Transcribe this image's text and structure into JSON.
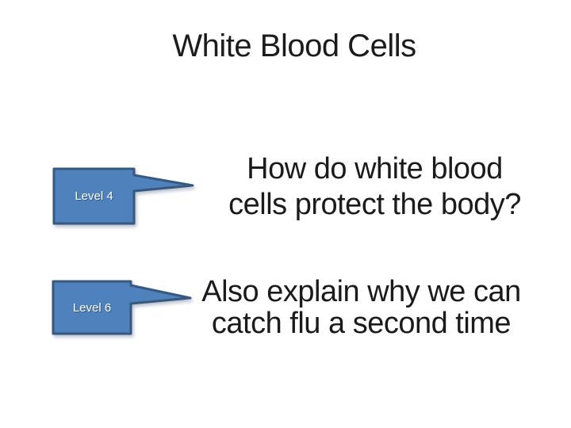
{
  "slide": {
    "title": "White Blood Cells",
    "callouts": [
      {
        "label": "Level 4",
        "question_line1": "How do white blood",
        "question_line2": "cells protect the body?"
      },
      {
        "label": "Level 6",
        "question_line1": "Also explain why we can",
        "question_line2": "catch flu a second time"
      }
    ],
    "theme": {
      "background": "#ffffff",
      "title_color": "#1c1c1c",
      "body_text_color": "#1b1b1b",
      "callout_fill": "#4f81bd",
      "callout_border": "#37597f",
      "callout_label_color": "#ffffff"
    }
  }
}
